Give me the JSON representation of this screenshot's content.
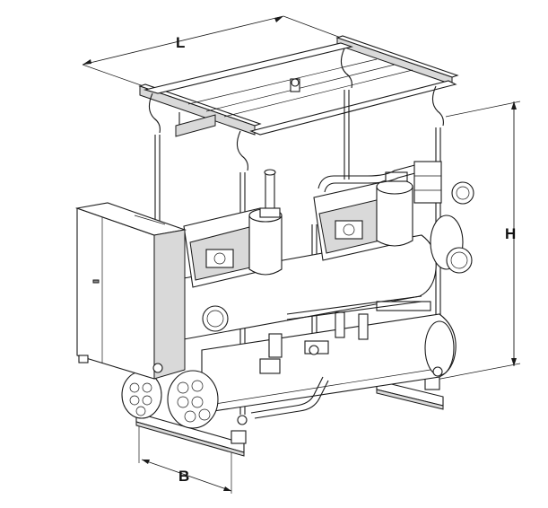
{
  "dimensions": {
    "length_label": "L",
    "height_label": "H",
    "width_label": "B"
  },
  "colors": {
    "line": "#1a1a1a",
    "fill": "#ffffff",
    "shade": "#d9d9d9"
  }
}
